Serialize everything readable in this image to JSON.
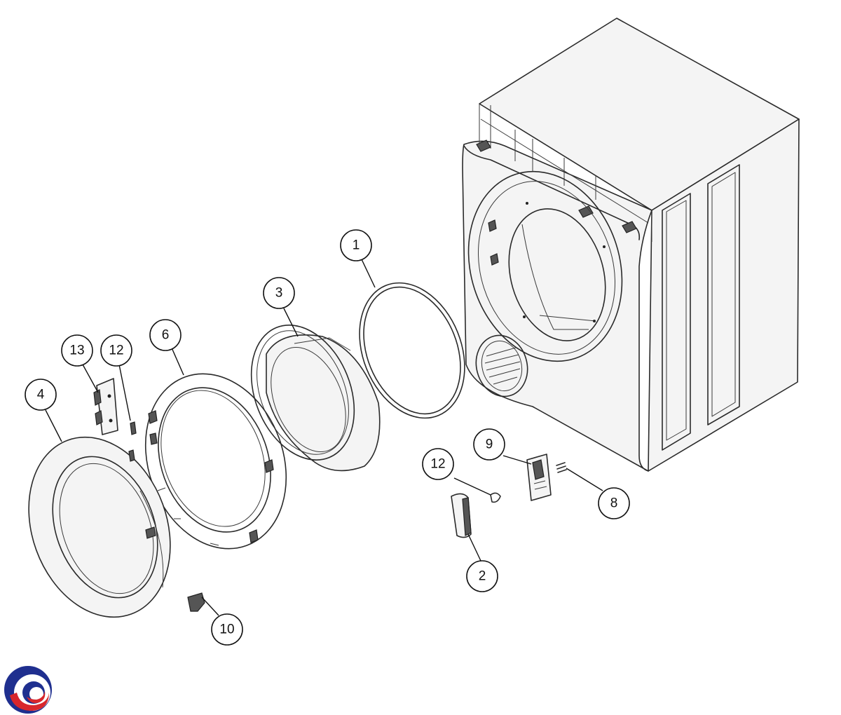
{
  "callouts": [
    {
      "id": "c1",
      "label": "1"
    },
    {
      "id": "c3",
      "label": "3"
    },
    {
      "id": "c6",
      "label": "6"
    },
    {
      "id": "c13",
      "label": "13"
    },
    {
      "id": "c12a",
      "label": "12"
    },
    {
      "id": "c4",
      "label": "4"
    },
    {
      "id": "c9",
      "label": "9"
    },
    {
      "id": "c12b",
      "label": "12"
    },
    {
      "id": "c8",
      "label": "8"
    },
    {
      "id": "c2",
      "label": "2"
    },
    {
      "id": "c10",
      "label": "10"
    }
  ],
  "logo": {
    "icon": "brand-swirl-logo",
    "colors": [
      "#1f2f8f",
      "#d8262c"
    ]
  }
}
